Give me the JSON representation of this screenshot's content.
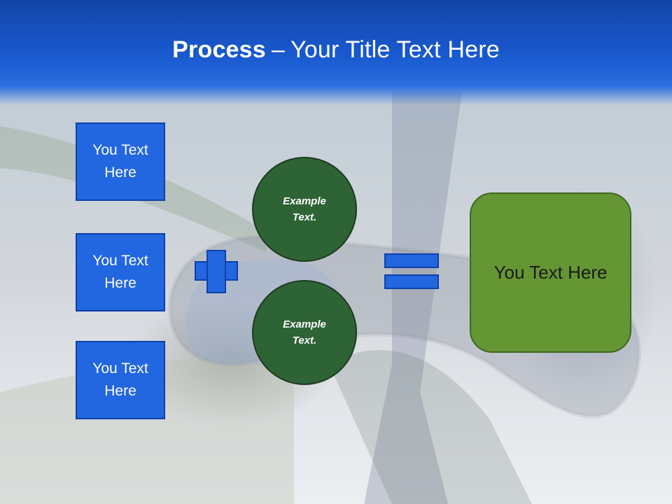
{
  "slide": {
    "title_bold": "Process",
    "title_dash": "–",
    "title_rest": "Your Title Text Here"
  },
  "boxes": [
    {
      "label": "You Text Here"
    },
    {
      "label": "You Text Here"
    },
    {
      "label": "You Text Here"
    }
  ],
  "circles": [
    {
      "label": "Example Text."
    },
    {
      "label": "Example Text."
    }
  ],
  "result": {
    "label": "You Text Here"
  },
  "colors": {
    "header_blue": "#1a5ad0",
    "box_blue": "#2266e0",
    "circle_green": "#2e6335",
    "result_green": "#659634"
  }
}
